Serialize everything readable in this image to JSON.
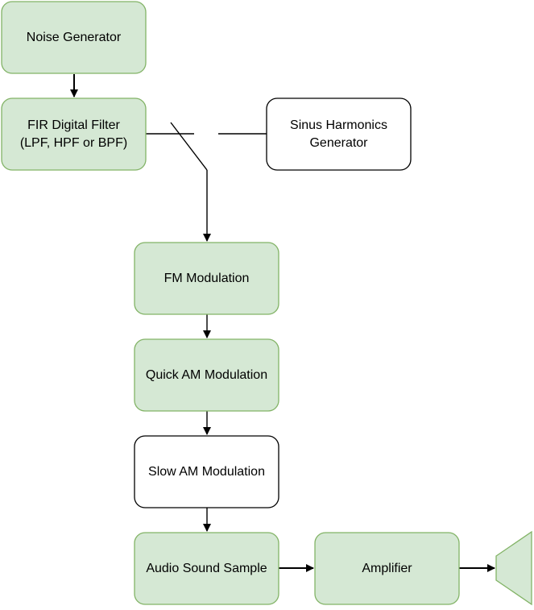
{
  "colors": {
    "green_fill": "#d5e8d4",
    "green_stroke": "#82b366",
    "white_fill": "#ffffff",
    "black_stroke": "#000000",
    "line": "#000000"
  },
  "nodes": [
    {
      "key": "noise",
      "lines": [
        "Noise Generator"
      ],
      "style": "green"
    },
    {
      "key": "fir",
      "lines": [
        "FIR Digital Filter",
        "(LPF, HPF or BPF)"
      ],
      "style": "green"
    },
    {
      "key": "sinus",
      "lines": [
        "Sinus Harmonics",
        "Generator"
      ],
      "style": "white"
    },
    {
      "key": "fm",
      "lines": [
        "FM Modulation"
      ],
      "style": "green"
    },
    {
      "key": "quick_am",
      "lines": [
        "Quick AM Modulation"
      ],
      "style": "green"
    },
    {
      "key": "slow_am",
      "lines": [
        "Slow AM Modulation"
      ],
      "style": "white"
    },
    {
      "key": "audio",
      "lines": [
        "Audio Sound Sample"
      ],
      "style": "green"
    },
    {
      "key": "amp",
      "lines": [
        "Amplifier"
      ],
      "style": "green"
    }
  ],
  "speaker": {
    "icon": "speaker-icon",
    "style": "green"
  }
}
